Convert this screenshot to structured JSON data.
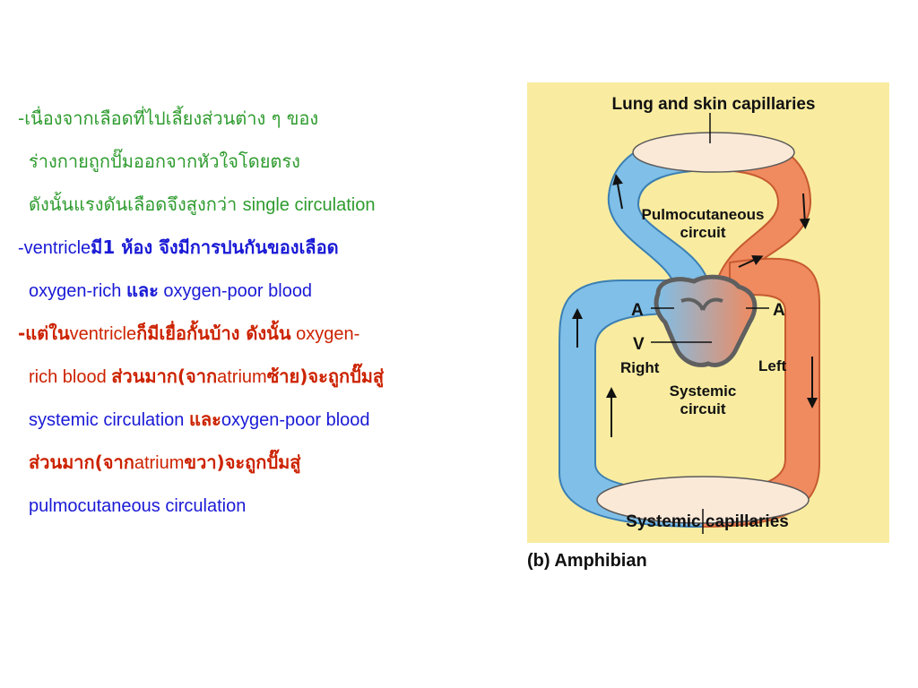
{
  "text": {
    "p1_l1": "-เนื่องจากเลือดที่ไปเลี้ยงส่วนต่าง ๆ ของ",
    "p1_l2": "ร่างกายถูกปั๊มออกจากหัวใจโดยตรง",
    "p1_l3_thai": "ดังนั้นแรงดันเลือดจึงสูงกว่า ",
    "p1_l3_en": "single circulation",
    "p2_l1_a": "-ventricle",
    "p2_l1_b": "มี1 ห้อง จึงมีการปนกันของเลือด",
    "p2_l2_a": "oxygen-rich ",
    "p2_l2_b": "และ",
    "p2_l2_c": " oxygen-poor blood",
    "p3_l1_a": "-แต่ใน",
    "p3_l1_b": "ventricle",
    "p3_l1_c": "ก็มีเยื่อกั้นบ้าง ดังนั้น",
    "p3_l1_d": " oxygen-",
    "p3_l2_a": "rich blood ",
    "p3_l2_b": "ส่วนมาก(จาก",
    "p3_l2_c": "atrium",
    "p3_l2_d": "ซ้าย)จะถูกปั๊มสู่",
    "p3_l3_a": "systemic circulation ",
    "p3_l3_b": "และ",
    "p3_l3_c": "oxygen-poor blood",
    "p3_l4_a": "ส่วนมาก(จาก",
    "p3_l4_b": "atrium",
    "p3_l4_c": "ขวา)จะถูกปั๊มสู่",
    "p3_l5": "pulmocutaneous circulation"
  },
  "diagram": {
    "top_label": "Lung and skin capillaries",
    "pulmo_label_1": "Pulmocutaneous",
    "pulmo_label_2": "circuit",
    "atrium_left_label": "A",
    "atrium_right_label": "A",
    "ventricle_label": "V",
    "right_label": "Right",
    "left_label": "Left",
    "systemic_label_1": "Systemic",
    "systemic_label_2": "circuit",
    "bottom_label": "Systemic capillaries",
    "caption": "(b) Amphibian"
  },
  "colors": {
    "background": "#f9eca0",
    "oxygen_poor": "#7fbfe8",
    "oxygen_rich": "#f08a5f",
    "heart": "#7d7d7d",
    "text_green": "#2e9b2e",
    "text_blue": "#1a1ad6",
    "text_red": "#cc2200"
  }
}
